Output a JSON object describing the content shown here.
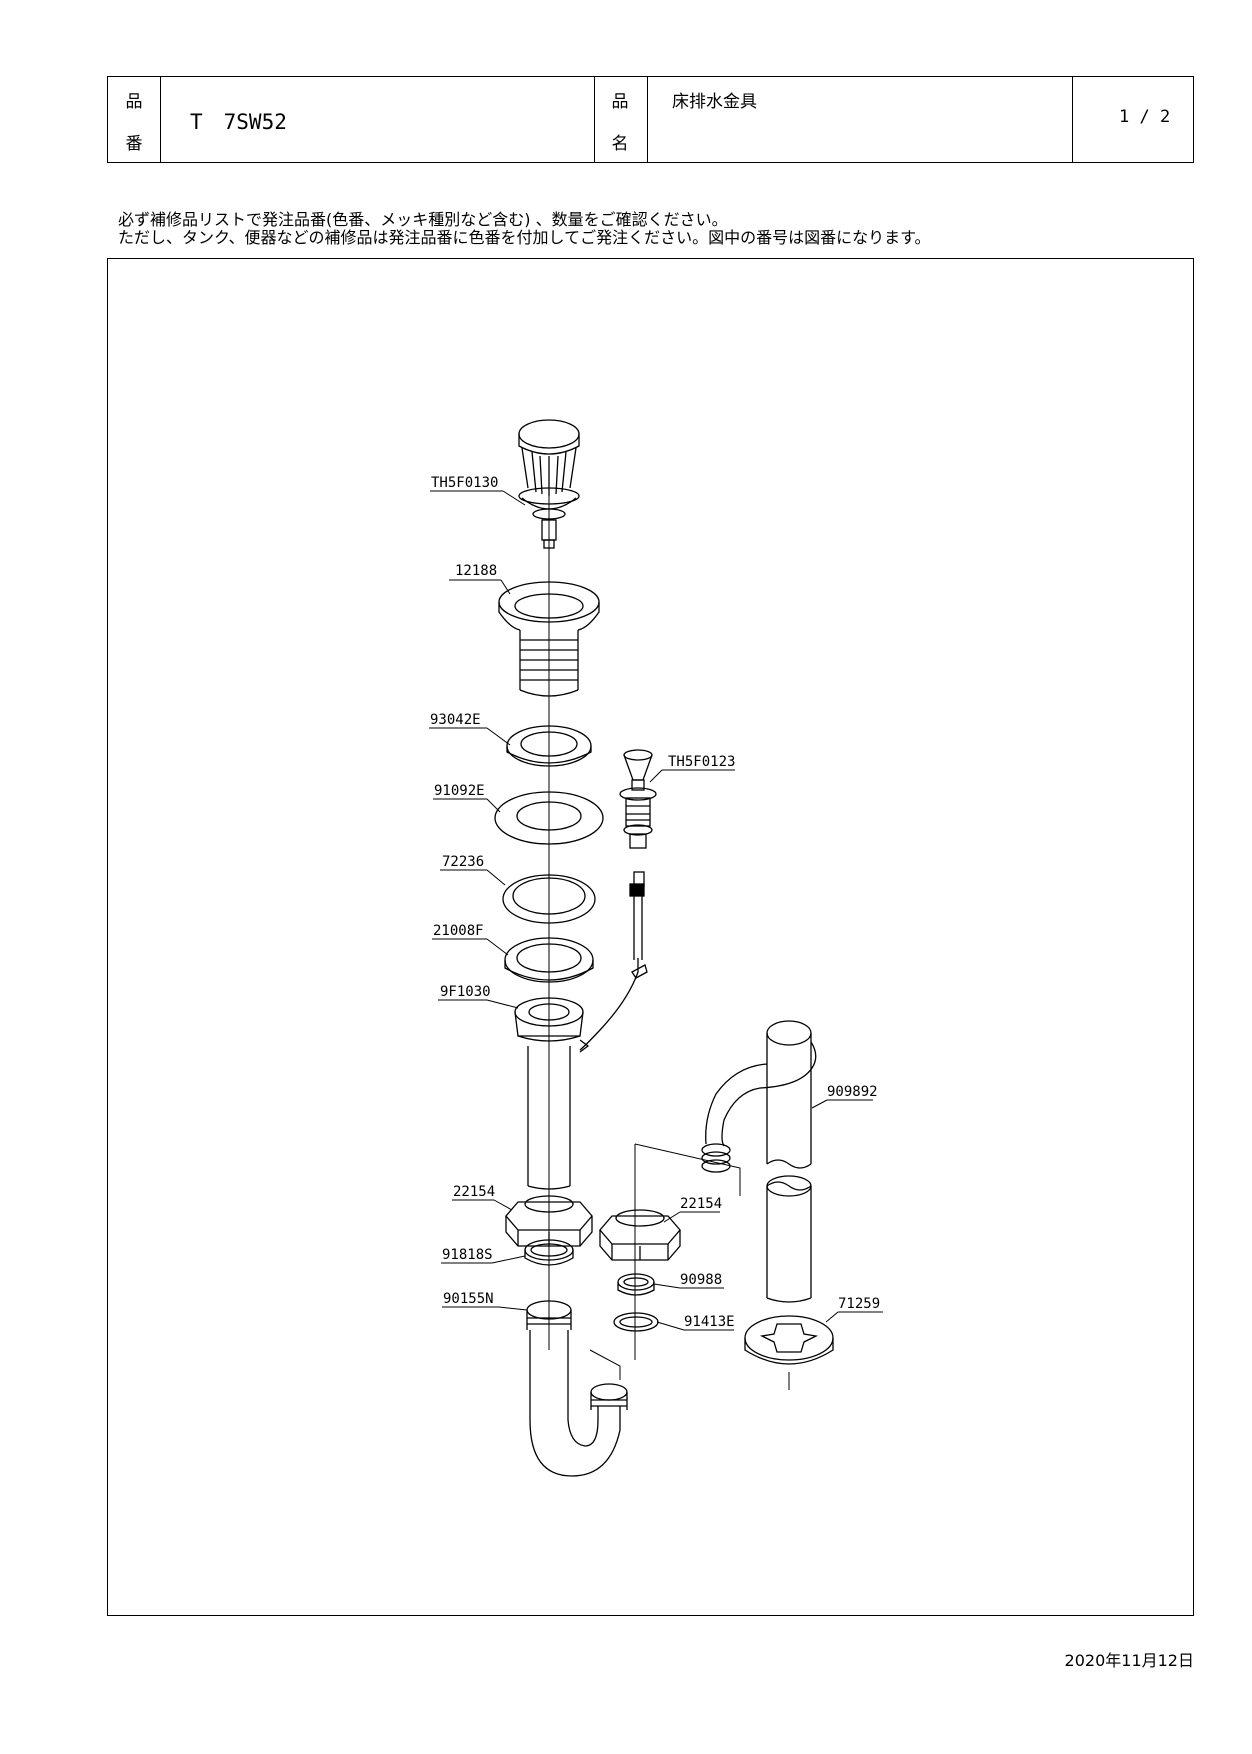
{
  "header": {
    "product_no_label_1": "品",
    "product_no_label_2": "番",
    "product_no": "T　7SW52",
    "product_name_label_1": "品",
    "product_name_label_2": "名",
    "product_name": "床排水金具",
    "page": "1 / 2"
  },
  "notes": {
    "line1": "必ず補修品リストで発注品番(色番、メッキ種別など含む) 、数量をご確認ください。",
    "line2": "ただし、タンク、便器などの補修品は発注品番に色番を付加してご発注ください。図中の番号は図番になります。"
  },
  "parts": {
    "p1": "TH5F0130",
    "p2": "12188",
    "p3": "93042E",
    "p4": "TH5F0123",
    "p5": "91092E",
    "p6": "72236",
    "p7": "21008F",
    "p8": "9F1030",
    "p9": "909892",
    "p10": "22154",
    "p11": "22154",
    "p12": "91818S",
    "p13": "90988",
    "p14": "90155N",
    "p15": "91413E",
    "p16": "71259"
  },
  "footer": {
    "date": "2020年11月12日"
  }
}
